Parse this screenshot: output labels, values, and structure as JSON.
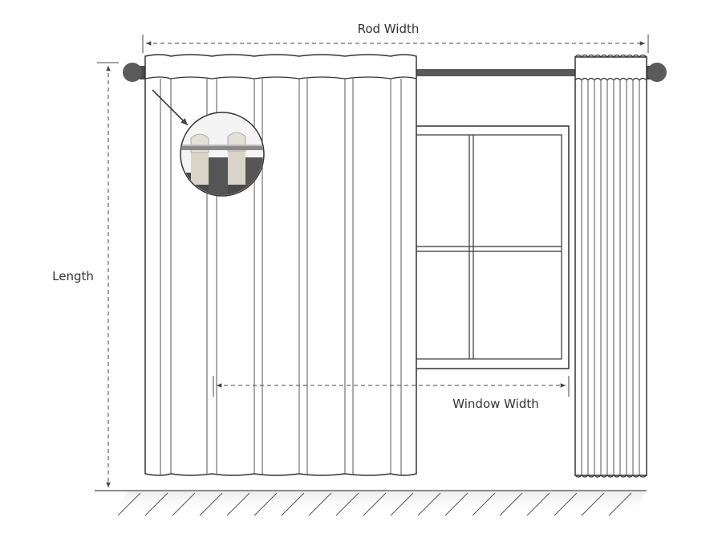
{
  "labels": {
    "rod_width": "Rod Width",
    "length": "Length",
    "window_width": "Window Width"
  },
  "colors": {
    "rod": "#5a5a5a",
    "outline": "#333333",
    "curtain_fill": "#ffffff",
    "fabric_light": "#d9d4c8",
    "fabric_dark": "#4a4a4a",
    "floor_shadow": "#e4e4e4"
  }
}
